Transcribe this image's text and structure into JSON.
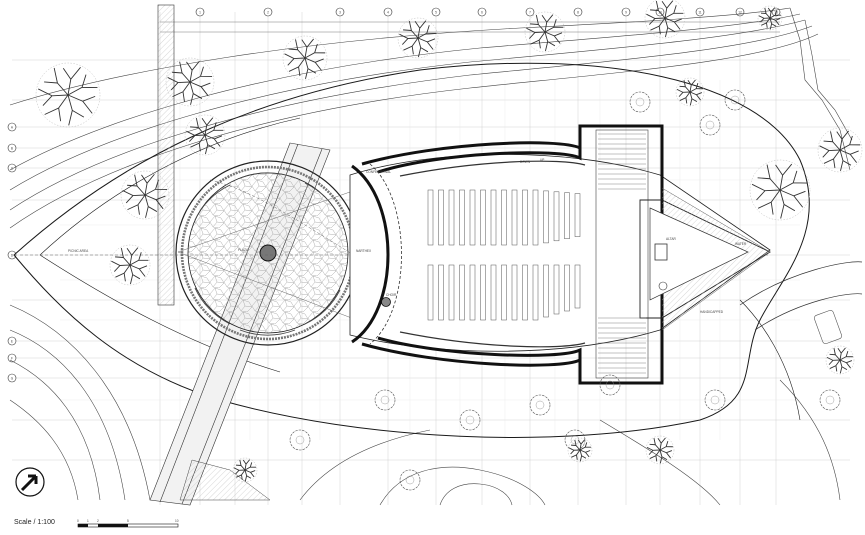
{
  "drawing": {
    "scale_label": "Scale / 1:100",
    "scale_ticks": [
      "0",
      "1",
      "2",
      "5",
      "10"
    ],
    "labels": {
      "picnic_area": "PICNIC AREA",
      "plaza": "PLAZA",
      "narthex": "NARTHEX",
      "altar": "ALTAR",
      "water": "WATER",
      "handicapped": "HANDICAPPED",
      "confessional": "CONFESSIONAL",
      "choir": "CHOIR",
      "down": "DOWN",
      "up": "UP"
    },
    "column_markers": [
      "1",
      "2",
      "3",
      "4",
      "5",
      "6",
      "7",
      "8",
      "9",
      "10",
      "11",
      "12",
      "13"
    ],
    "row_markers": [
      "A",
      "B",
      "C",
      "D",
      "E",
      "F",
      "G"
    ],
    "colors": {
      "line": "#1a1a1a",
      "grid": "#bdbdbd",
      "hatch": "#d9d9d9",
      "tree": "#555555"
    }
  }
}
